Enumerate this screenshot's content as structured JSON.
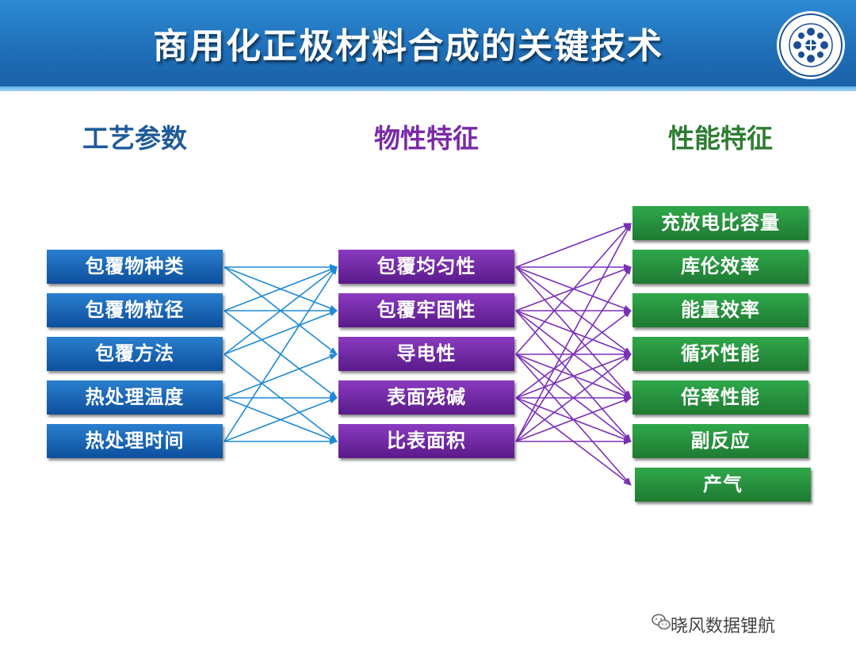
{
  "slide": {
    "title": "商用化正极材料合成的关键技术"
  },
  "columns": {
    "process": {
      "heading": "工艺参数",
      "items": [
        "包覆物种类",
        "包覆物粒径",
        "包覆方法",
        "热处理温度",
        "热处理时间"
      ]
    },
    "physical": {
      "heading": "物性特征",
      "items": [
        "包覆均匀性",
        "包覆牢固性",
        "导电性",
        "表面残碱",
        "比表面积"
      ]
    },
    "performance": {
      "heading": "性能特征",
      "items": [
        "充放电比容量",
        "库伦效率",
        "能量效率",
        "循环性能",
        "倍率性能",
        "副反应",
        "产气"
      ]
    }
  },
  "colors": {
    "blue_link": "#1e8ad6",
    "purple_link": "#7b2fb8"
  },
  "logo": {
    "icon": "chinese-academy-of-sciences-logo"
  },
  "watermark": {
    "text": "晓风数据锂航",
    "icon": "wechat-icon"
  }
}
